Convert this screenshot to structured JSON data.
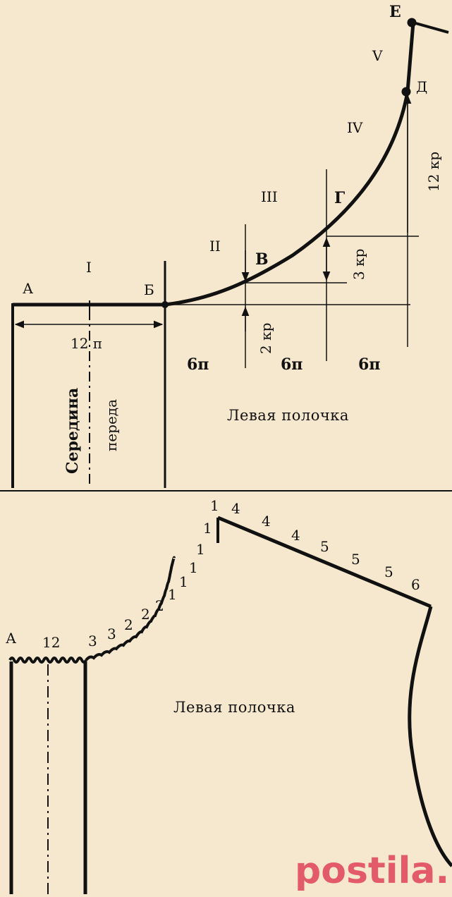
{
  "top_diagram": {
    "points": {
      "A": "А",
      "B": "Б",
      "V": "В",
      "G": "Г",
      "D": "Д",
      "E": "Е"
    },
    "sections": [
      "I",
      "II",
      "III",
      "IV",
      "V"
    ],
    "width_label": "12 п",
    "segment_labels": [
      "6п",
      "6п",
      "6п"
    ],
    "rise_labels": [
      "2 кр",
      "3 кр",
      "12 кр"
    ],
    "center_label_1": "Середина",
    "center_label_2": "переда",
    "caption": "Левая полочка"
  },
  "bottom_diagram": {
    "point_a": "А",
    "stitch_counts": [
      "12",
      "3",
      "3",
      "2",
      "2",
      "2",
      "1",
      "1",
      "1",
      "1",
      "1",
      "1",
      "4",
      "4",
      "4",
      "5",
      "5",
      "5",
      "6"
    ],
    "caption": "Левая полочка"
  },
  "watermark": "postila.ru",
  "colors": {
    "background": "#f6e8ce",
    "ink": "#111111",
    "watermark": "#e35a6a"
  }
}
